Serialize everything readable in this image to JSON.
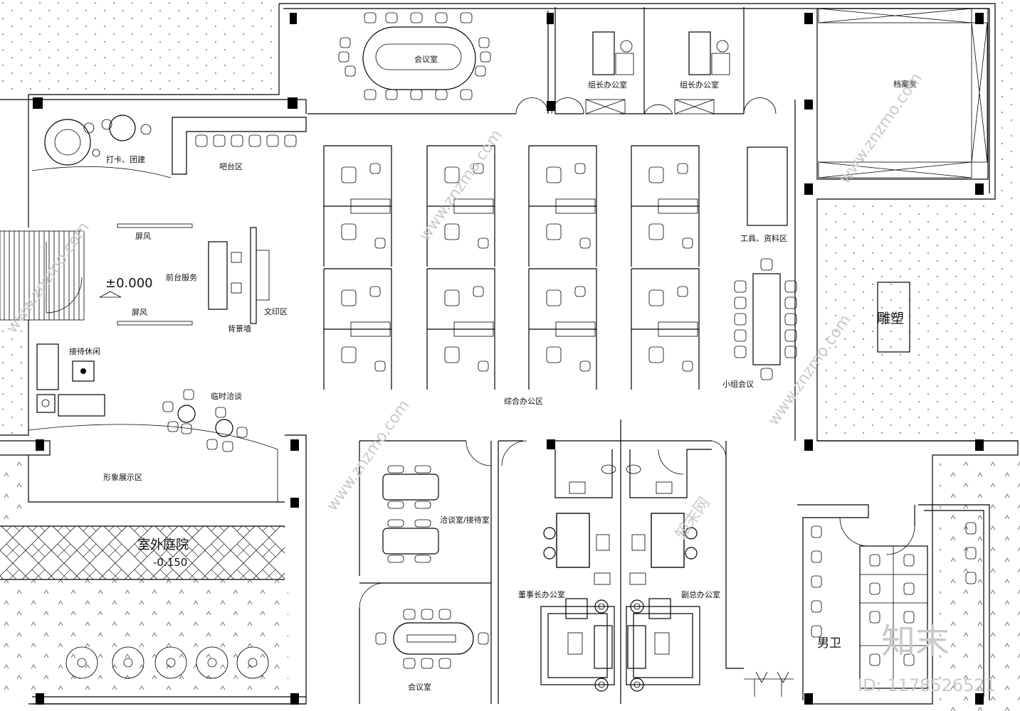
{
  "rooms": {
    "meeting_top": "会议室",
    "leader_office_1": "组长办公室",
    "leader_office_2": "组长办公室",
    "archive": "档案室",
    "checkin": "打卡、团建",
    "bar": "吧台区",
    "screen_1": "屏风",
    "screen_2": "屏风",
    "front_desk": "前台服务",
    "print_area": "文印区",
    "backdrop_wall": "背景墙",
    "reception_lounge": "接待休闲",
    "temp_talk": "临时洽谈",
    "image_display": "形象展示区",
    "open_office": "综合办公区",
    "tools_docs": "工具、资料区",
    "group_meeting": "小组会议",
    "sculpture": "雕塑",
    "negotiation": "洽谈室/接待室",
    "meeting_bottom": "会议室",
    "chairman_office": "董事长办公室",
    "vp_office": "副总办公室",
    "mens_toilet": "男卫"
  },
  "levels": {
    "indoor": "±0.000",
    "courtyard_name": "室外庭院",
    "courtyard_level": "-0.150"
  },
  "watermark": {
    "brand": "知末",
    "id": "ID: 1178526521",
    "site": "www.znzmo.com",
    "site_cn": "知末网"
  },
  "colors": {
    "line": "#000000",
    "background": "#ffffff",
    "watermark": "#c9c9c9"
  }
}
